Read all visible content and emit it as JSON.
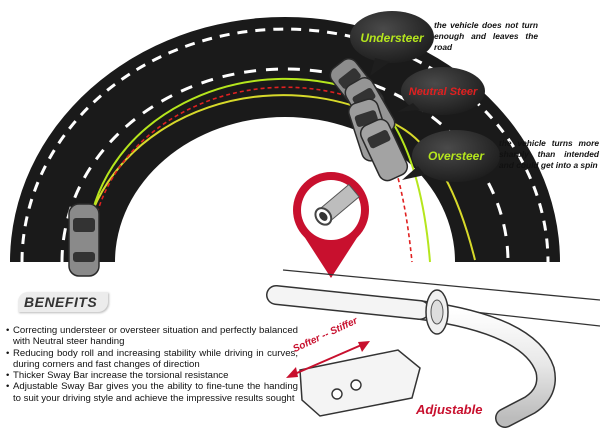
{
  "diagram": {
    "bubbles": {
      "understeer": "Understeer",
      "neutral_steer": "Neutral Steer",
      "oversteer": "Oversteer"
    },
    "notes": {
      "understeer": "the vehicle does not turn enough and leaves the road",
      "oversteer": "the vehicle turns more sharply than intended and could get into a spin"
    },
    "colors": {
      "road": "#1a1a1a",
      "understeer_line": "#b5e61d",
      "neutral_line": "#d7d92a",
      "oversteer_line": "#e02020",
      "accent_red": "#c8102e",
      "bubble": "#2b2b2b"
    }
  },
  "benefits": {
    "heading": "BENEFITS",
    "items": [
      "Correcting understeer or oversteer situation and perfectly balanced with Neutral steer handing",
      "Reducing body roll and increasing stability while driving in curves, during corners and fast changes of direction",
      "Thicker Sway Bar increase the torsional resistance",
      "Adjustable Sway Bar gives you the ability to fine-tune the handing to suit your driving style and achieve the impressive results sought"
    ]
  },
  "swaybar": {
    "adjust_label": "Softer -- Stiffer",
    "adjustable": "Adjustable",
    "icons": [
      "map-pin-icon",
      "double-arrow-icon"
    ]
  }
}
